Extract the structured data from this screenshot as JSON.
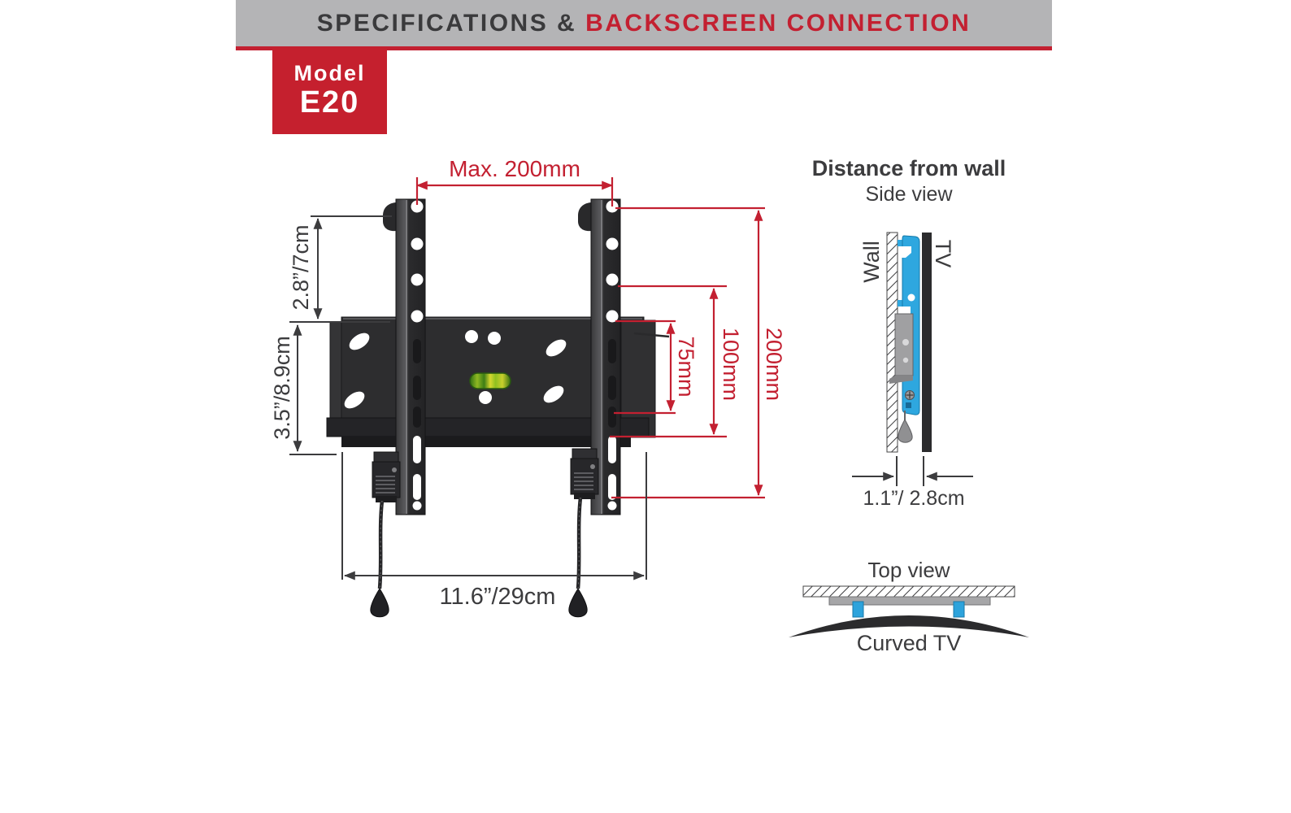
{
  "header": {
    "title_left": "SPECIFICATIONS & ",
    "title_accent": "BACKSCREEN CONNECTION"
  },
  "badge": {
    "label": "Model",
    "model": "E20"
  },
  "dims": {
    "top_width": "Max. 200mm",
    "upper_left": "2.8”/7cm",
    "lower_left": "3.5”/8.9cm",
    "right_inner": "75mm",
    "right_middle": "100mm",
    "right_outer": "200mm",
    "bottom_width": "11.6”/29cm"
  },
  "side_view": {
    "title": "Distance from wall",
    "subtitle": "Side view",
    "wall_label": "Wall",
    "tv_label": "TV",
    "distance": "1.1”/ 2.8cm"
  },
  "top_view": {
    "title": "Top view",
    "caption": "Curved TV"
  },
  "colors": {
    "accent_red": "#c32031",
    "ink": "#3c3c3e",
    "header_gray": "#b4b4b6",
    "bracket_blue": "#2ea7df",
    "mount_dark": "#2e2e30",
    "level_green": "#9dc42a"
  }
}
